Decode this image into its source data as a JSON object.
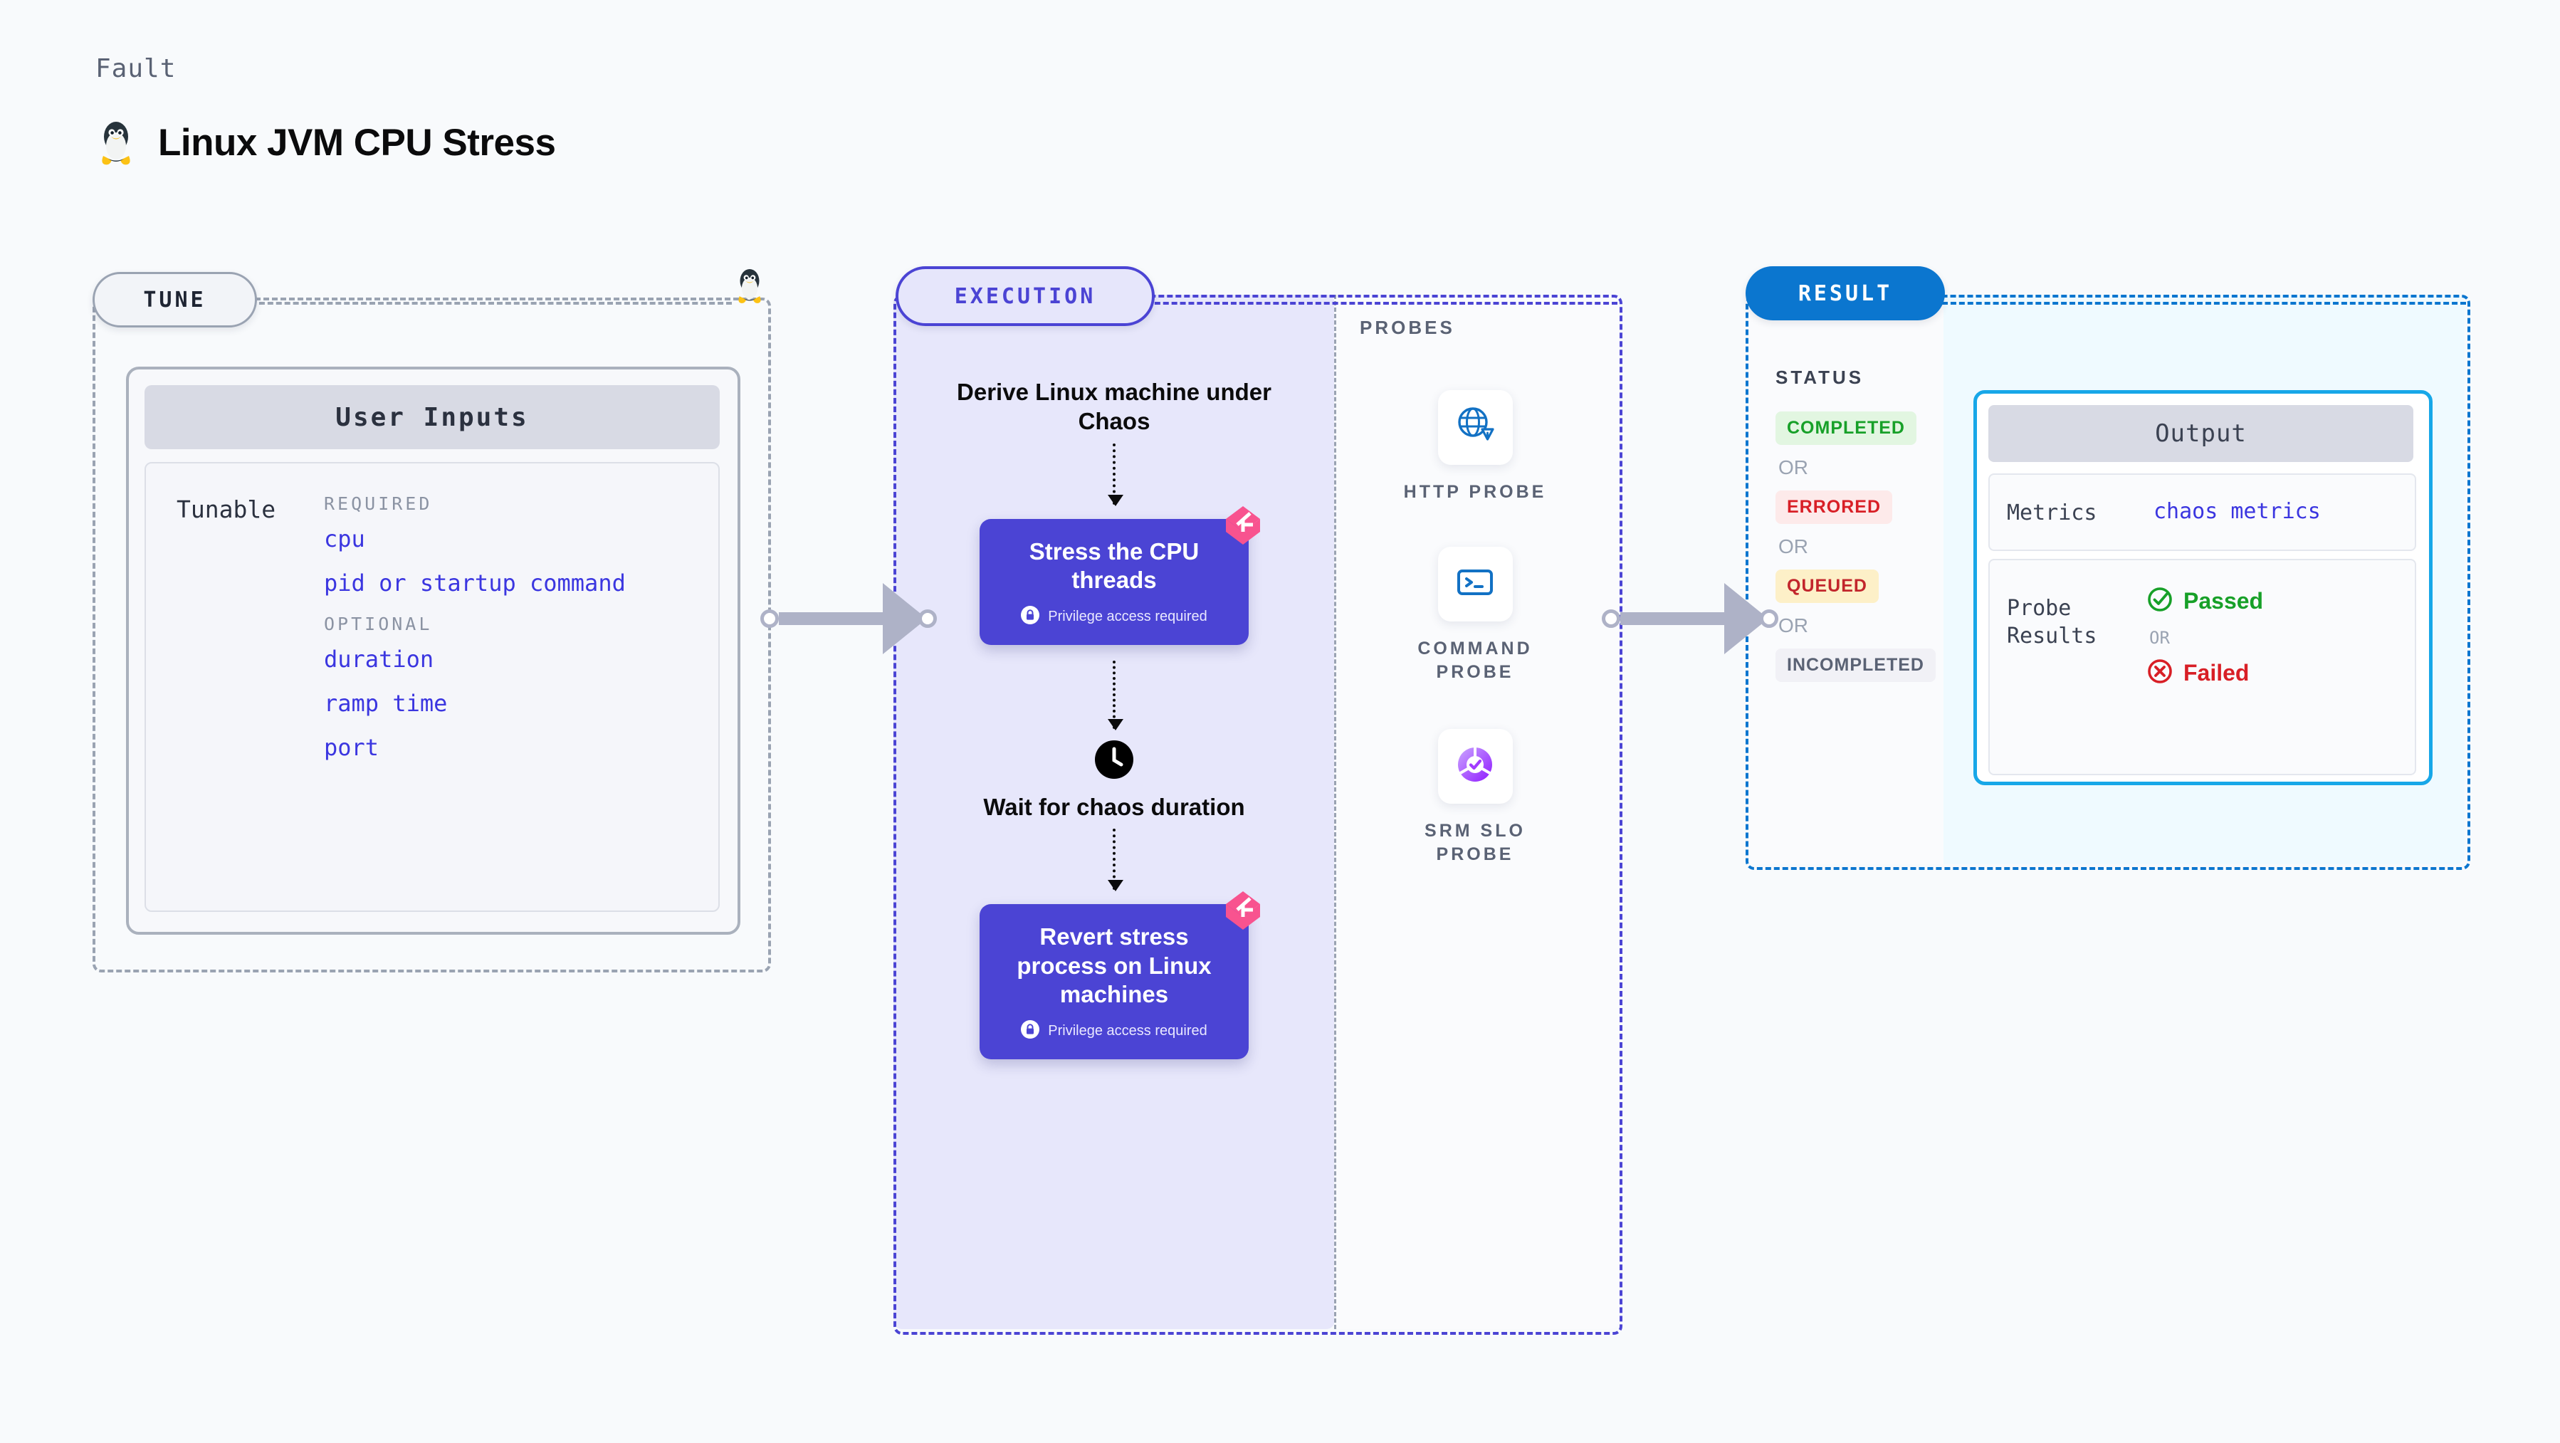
{
  "header": {
    "kicker": "Fault",
    "title": "Linux JVM CPU Stress",
    "icon": "linux-tux-icon"
  },
  "tune": {
    "pill_label": "TUNE",
    "card_title": "User Inputs",
    "tunable_label": "Tunable",
    "groups": [
      {
        "label": "REQUIRED",
        "params": [
          "cpu",
          "pid or startup command"
        ]
      },
      {
        "label": "OPTIONAL",
        "params": [
          "duration",
          "ramp time",
          "port"
        ]
      }
    ]
  },
  "execution": {
    "pill_label": "EXECUTION",
    "steps": [
      {
        "kind": "text",
        "label": "Derive Linux machine under Chaos"
      },
      {
        "kind": "card",
        "label": "Stress the CPU threads",
        "note": "Privilege access required",
        "badge": "harness-icon"
      },
      {
        "kind": "clock",
        "label": "Wait for chaos duration"
      },
      {
        "kind": "card",
        "label": "Revert stress process on Linux machines",
        "note": "Privilege access required",
        "badge": "harness-icon"
      }
    ]
  },
  "probes": {
    "section_label": "PROBES",
    "items": [
      {
        "name": "HTTP PROBE",
        "icon": "globe-warning-icon"
      },
      {
        "name": "COMMAND PROBE",
        "icon": "terminal-icon"
      },
      {
        "name": "SRM SLO PROBE",
        "icon": "slo-donut-check-icon"
      }
    ]
  },
  "result": {
    "pill_label": "RESULT",
    "status_label": "STATUS",
    "or_label": "OR",
    "statuses": [
      {
        "label": "COMPLETED",
        "bg": "#e2f6e1",
        "fg": "#17a028"
      },
      {
        "label": "ERRORED",
        "bg": "#fdeaea",
        "fg": "#d81f26"
      },
      {
        "label": "QUEUED",
        "bg": "#fdf0c8",
        "fg": "#c2262c"
      },
      {
        "label": "INCOMPLETED",
        "bg": "#f1f1f6",
        "fg": "#5a6274"
      }
    ],
    "output": {
      "title": "Output",
      "metrics_key": "Metrics",
      "metrics_value": "chaos metrics",
      "probe_results_key": "Probe Results",
      "passed_label": "Passed",
      "failed_label": "Failed",
      "or_label": "OR"
    }
  },
  "colors": {
    "accent_purple": "#4b44d4",
    "accent_blue": "#0b76cf",
    "accent_cyan": "#17a7e8",
    "accent_pink": "#f8538f",
    "mono_blue": "#3b36e0",
    "grey": "#9aa3b2",
    "page_bg": "#f8fafc"
  }
}
